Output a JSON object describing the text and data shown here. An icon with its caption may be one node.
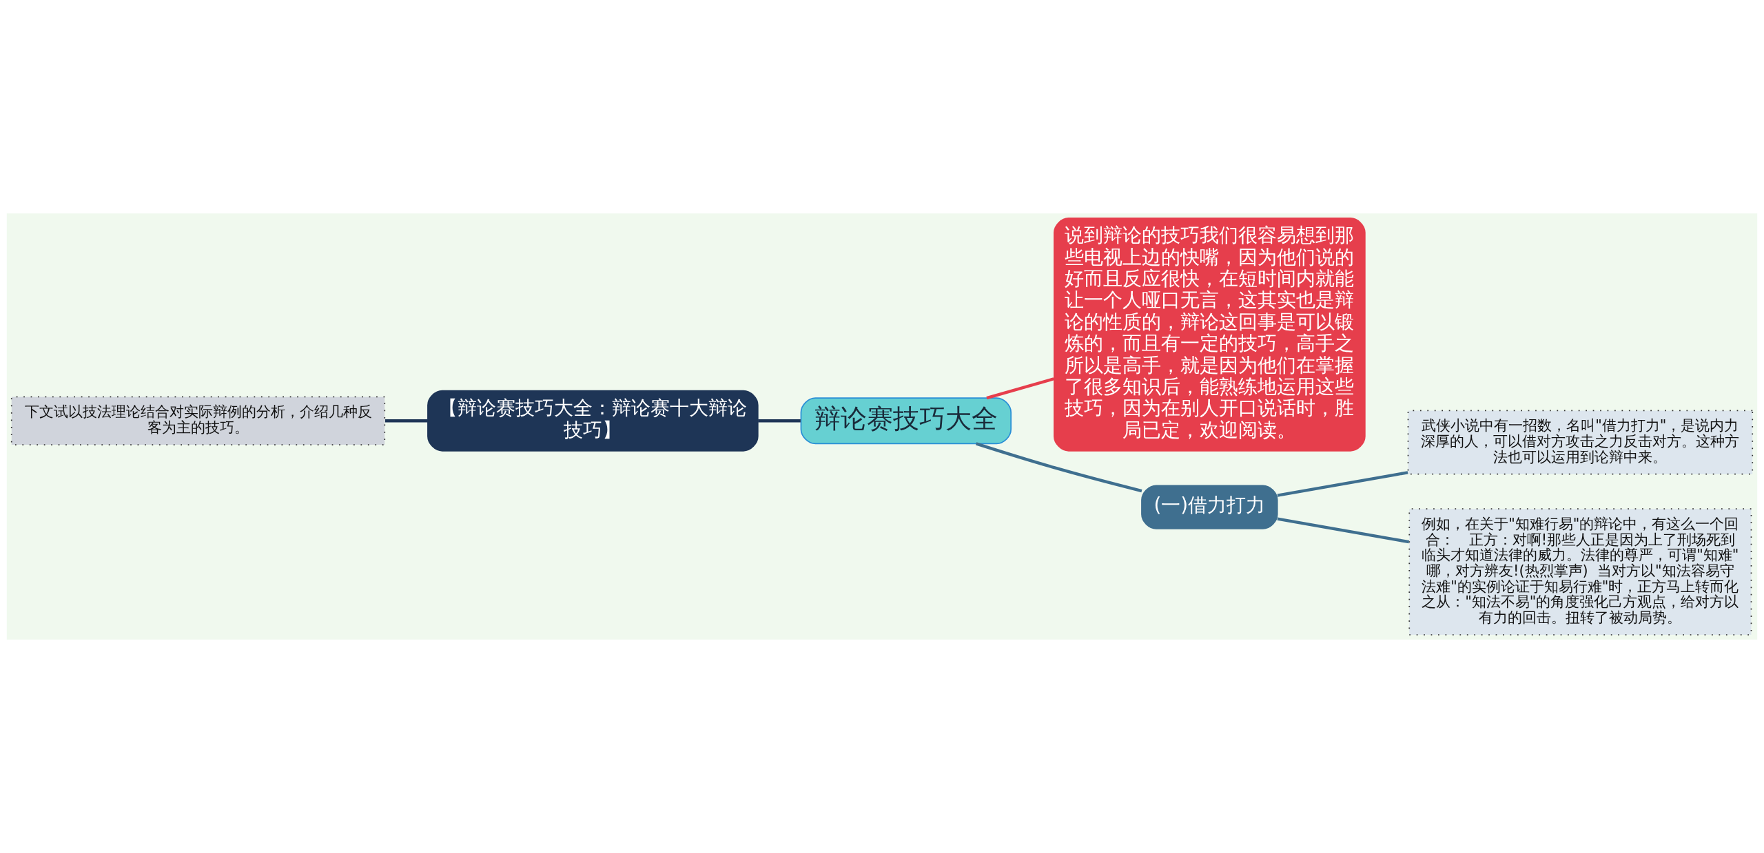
{
  "diagram": {
    "nodes": [
      {
        "text": [
          "辩论赛技巧大全"
        ]
      },
      {
        "text": [
          "说到辩论的技巧我们很容易想到那些电视上边的快嘴，因为他们说的好而且反应很快，在短时间内就能让一个人哑口无言，这其实也是辩论的性质的，辩论这回事是可以锻炼的，而且有一定的技巧，高手之所以是高手，就是因为他们在掌握了很多知识后，能熟练地运用这些技巧，因为在别人开口说话时，胜局已定，欢迎阅读。"
        ]
      },
      {
        "text": [
          "【辩论赛技巧大全：辩论赛十大辩论技巧】"
        ]
      },
      {
        "text": [
          "下文试以技法理论结合对实际辩例的分析，介绍几种反客为主的技巧。"
        ]
      },
      {
        "text": [
          "(一)借力打力"
        ]
      },
      {
        "text": [
          "武侠小说中有一招数，名叫\"借力打力\"，是说内力深厚的人，可以借对方攻击之力反击对方。这种方法也可以运用到论辩中来。"
        ]
      },
      {
        "text": [
          "例如，在关于\"知难行易\"的辩论中，有这么一个回合：　正方：对啊!那些人正是因为上了刑场死到临头才知道法律的威力。法律的尊严，可谓\"知难\"哪，对方辨友!(热烈掌声)  当对方以\"知法容易守法难\"的实例论证于知易行难\"时，正方马上转而化之从：\"知法不易\"的角度强化己方观点，给对方以有力的回击。扭转了被动局势。"
        ]
      }
    ],
    "edges": [
      {
        "from": 3,
        "to": 2,
        "arrow": "none",
        "color": "#1e3556"
      },
      {
        "from": 2,
        "to": 0,
        "arrow": "none",
        "color": "#1e3556"
      },
      {
        "from": 0,
        "to": 1,
        "arrow": "none",
        "color": "#e63e4c"
      },
      {
        "from": 0,
        "to": 4,
        "arrow": "none"
      },
      {
        "from": 4,
        "to": 5,
        "arrow": "none"
      },
      {
        "from": 4,
        "to": 6,
        "arrow": "none"
      }
    ]
  }
}
